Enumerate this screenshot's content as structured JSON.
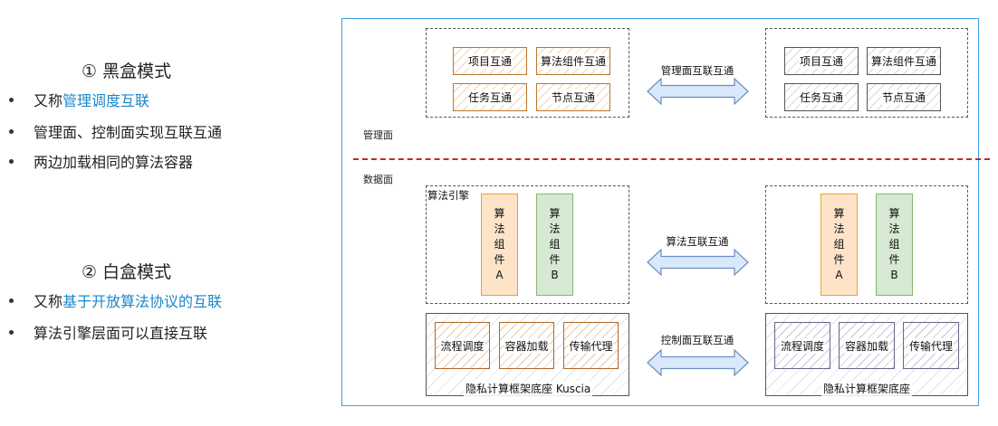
{
  "left_panel": {
    "black_box": {
      "title": "① 黑盒模式",
      "bullets": [
        {
          "prefix": "又称",
          "highlight": "管理调度互联"
        },
        {
          "prefix": "管理面、控制面实现互联互通",
          "highlight": ""
        },
        {
          "prefix": "两边加载相同的算法容器",
          "highlight": ""
        }
      ]
    },
    "white_box": {
      "title": "② 白盒模式",
      "bullets": [
        {
          "prefix": "又称",
          "highlight": "基于开放算法协议的互联"
        },
        {
          "prefix": "算法引擎层面可以直接互联",
          "highlight": ""
        }
      ]
    },
    "highlight_color": "#1b87c9"
  },
  "diagram": {
    "frame_color": "#3aa3e3",
    "divider_color": "#c0272d",
    "management_plane_label": "管理面",
    "data_plane_label": "数据面",
    "management": {
      "left_tiles": [
        "项目互通",
        "算法组件互通",
        "任务互通",
        "节点互通"
      ],
      "right_tiles": [
        "项目互通",
        "算法组件互通",
        "任务互通",
        "节点互通"
      ],
      "arrow_label": "管理面互联互通"
    },
    "engine": {
      "left_label": "算法引擎",
      "components": [
        {
          "chars": [
            "算",
            "法",
            "组",
            "件",
            "A"
          ],
          "fill": "#fde3c8",
          "stroke": "#e0a82e"
        },
        {
          "chars": [
            "算",
            "法",
            "组",
            "件",
            "B"
          ],
          "fill": "#d6e9d2",
          "stroke": "#86b573"
        }
      ],
      "arrow_label": "算法互联互通"
    },
    "control": {
      "left_tiles": [
        "流程调度",
        "容器加载",
        "传输代理"
      ],
      "right_tiles": [
        "流程调度",
        "容器加载",
        "传输代理"
      ],
      "left_base_label": "隐私计算框架底座 Kuscia",
      "right_base_label": "隐私计算框架底座",
      "arrow_label": "控制面互联互通"
    },
    "arrow_fill": "#dae8fc",
    "arrow_stroke": "#6c8ebf"
  }
}
